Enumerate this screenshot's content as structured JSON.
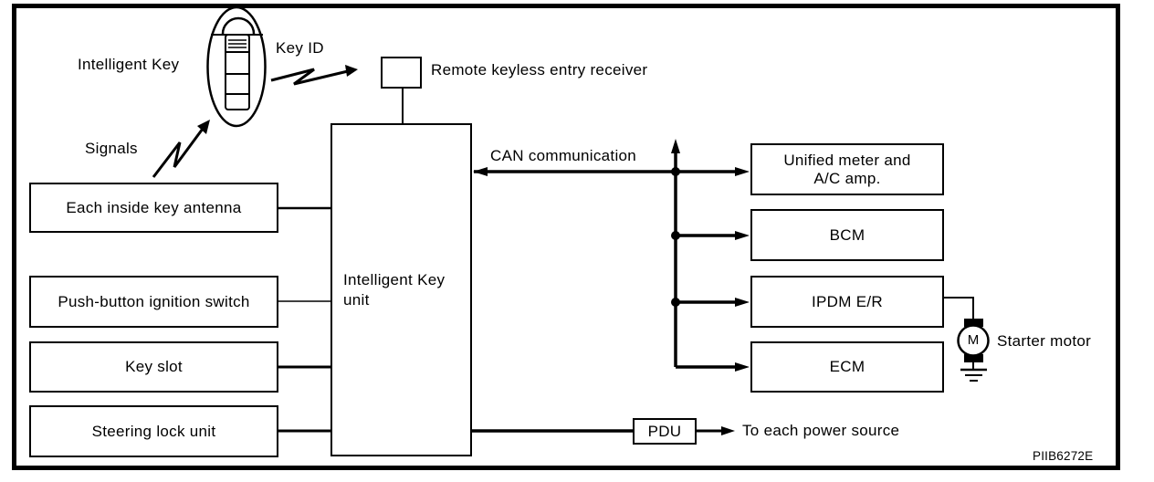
{
  "diagram": {
    "code": "PIIB6272E",
    "colors": {
      "ink": "#000000",
      "background": "#ffffff"
    },
    "labels": {
      "intelligent_key": "Intelligent Key",
      "key_id": "Key ID",
      "signals": "Signals",
      "receiver": "Remote keyless entry receiver",
      "can": "CAN communication",
      "starter_motor": "Starter motor",
      "motor_letter": "M",
      "power_source": "To each power source"
    },
    "left_boxes": [
      {
        "label": "Each inside key antenna"
      },
      {
        "label": "Push-button ignition switch"
      },
      {
        "label": "Key slot"
      },
      {
        "label": "Steering lock unit"
      }
    ],
    "center_box": {
      "lines": [
        "Intelligent Key",
        "unit"
      ]
    },
    "right_boxes": [
      {
        "lines": [
          "Unified meter and",
          "A/C amp."
        ]
      },
      {
        "lines": [
          "BCM"
        ]
      },
      {
        "lines": [
          "IPDM E/R"
        ]
      },
      {
        "lines": [
          "ECM"
        ]
      }
    ],
    "pdu_box": {
      "label": "PDU"
    }
  }
}
